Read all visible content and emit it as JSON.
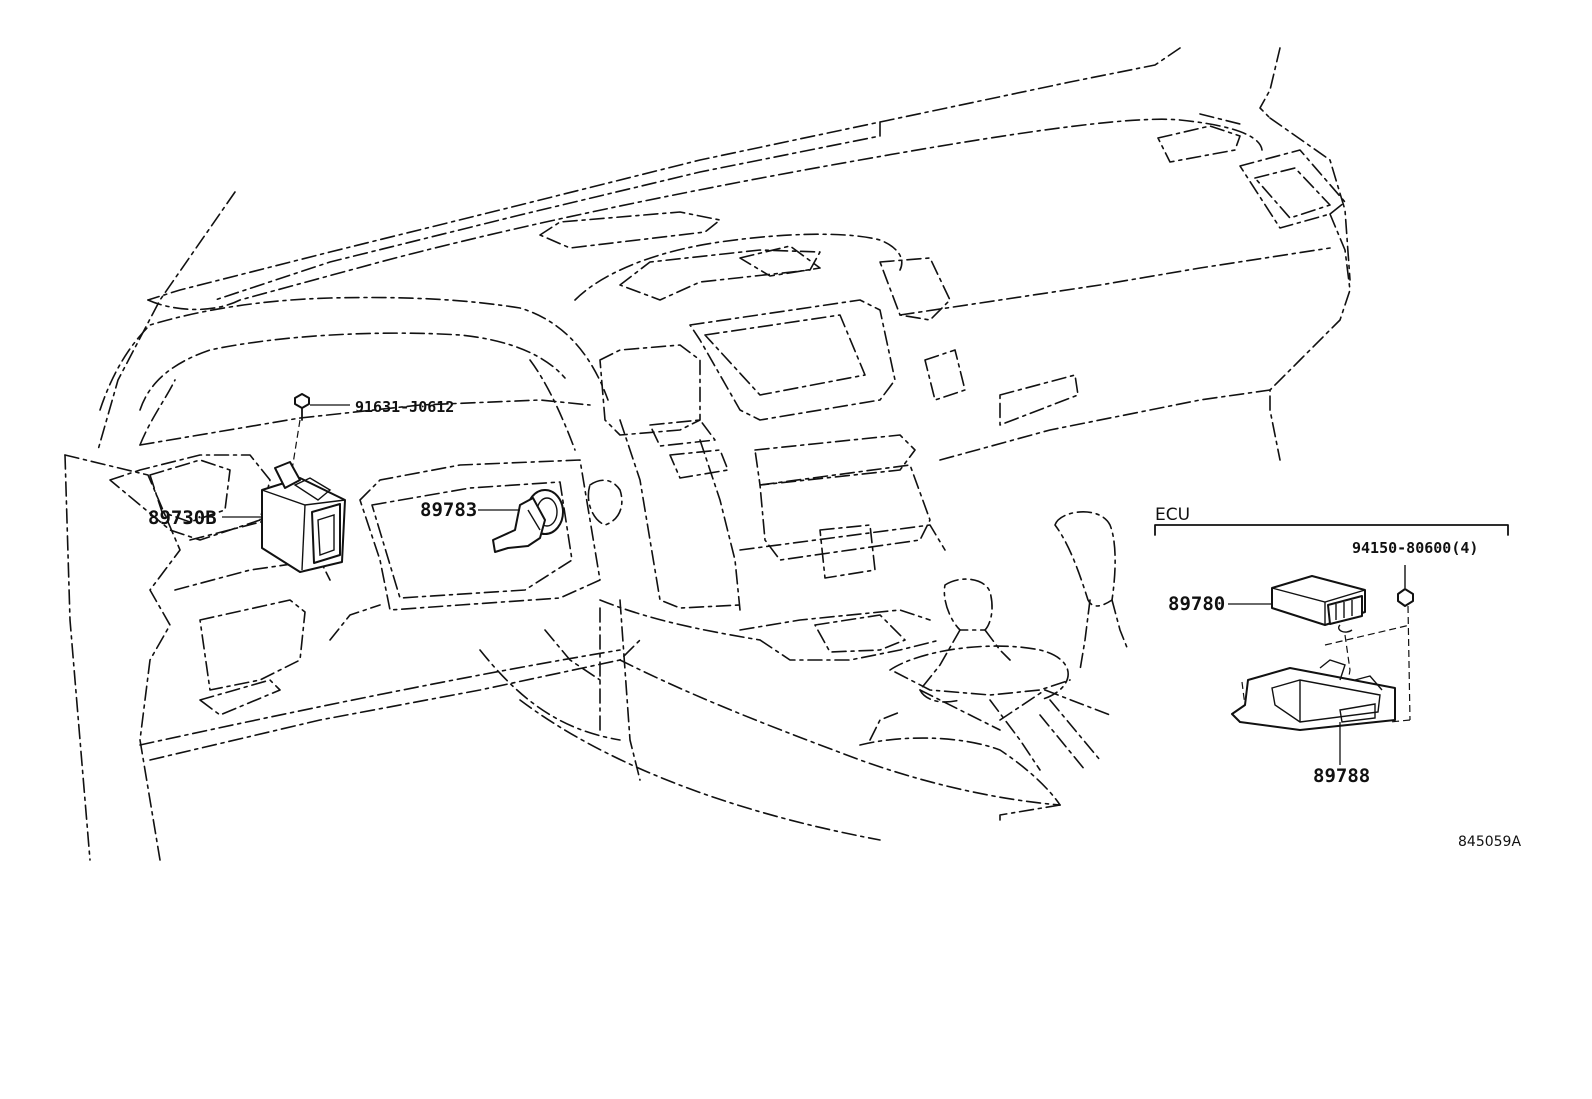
{
  "labels": {
    "bolt_91631": "91631-J0612",
    "part_89730B": "89730B",
    "part_89783": "89783",
    "ecu_group": "ECU",
    "nut_94150": "94150-80600(4)",
    "part_89780": "89780",
    "part_89788": "89788",
    "ref_code": "845059A"
  }
}
